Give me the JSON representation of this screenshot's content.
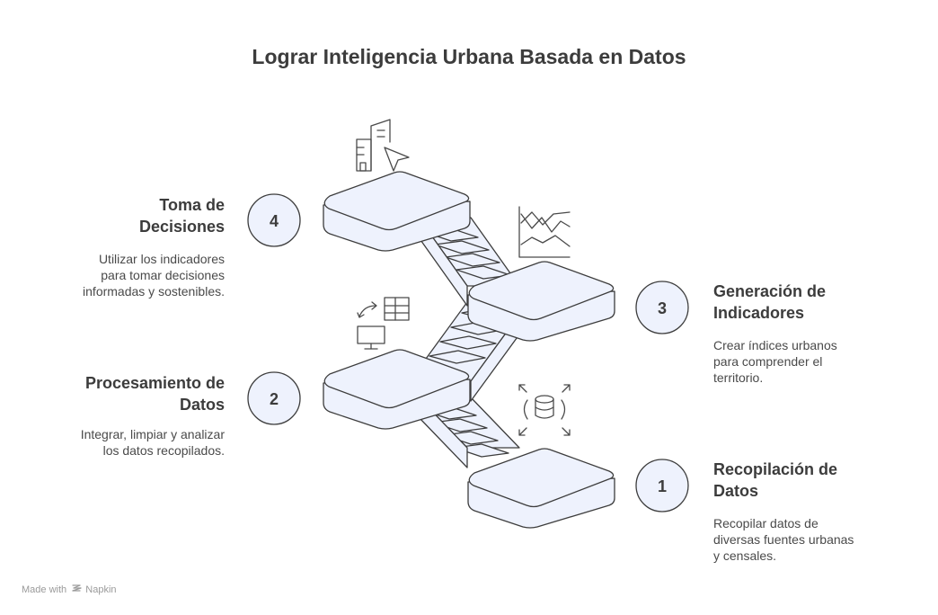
{
  "title": "Lograr Inteligencia Urbana Basada en Datos",
  "steps": [
    {
      "number": "1",
      "heading_line1": "Recopilación de",
      "heading_line2": "Datos",
      "desc_line1": "Recopilar datos de",
      "desc_line2": "diversas fuentes urbanas",
      "desc_line3": "y censales.",
      "icon": "database-expand-icon"
    },
    {
      "number": "2",
      "heading_line1": "Procesamiento de",
      "heading_line2": "Datos",
      "desc_line1": "Integrar, limpiar y analizar",
      "desc_line2": "los datos recopilados.",
      "icon": "monitor-table-sync-icon"
    },
    {
      "number": "3",
      "heading_line1": "Generación de",
      "heading_line2": "Indicadores",
      "desc_line1": "Crear índices urbanos",
      "desc_line2": "para comprender el",
      "desc_line3": "territorio.",
      "icon": "line-chart-icon"
    },
    {
      "number": "4",
      "heading_line1": "Toma de",
      "heading_line2": "Decisiones",
      "desc_line1": "Utilizar los indicadores",
      "desc_line2": "para tomar decisiones",
      "desc_line3": "informadas y sostenibles.",
      "icon": "city-cursor-icon"
    }
  ],
  "footer": {
    "made_with": "Made with",
    "brand": "Napkin"
  },
  "colors": {
    "platform_fill": "#eef2fd",
    "stroke": "#3d3d3d",
    "circle_fill": "#eef2fd",
    "text": "#3c3c3c"
  }
}
